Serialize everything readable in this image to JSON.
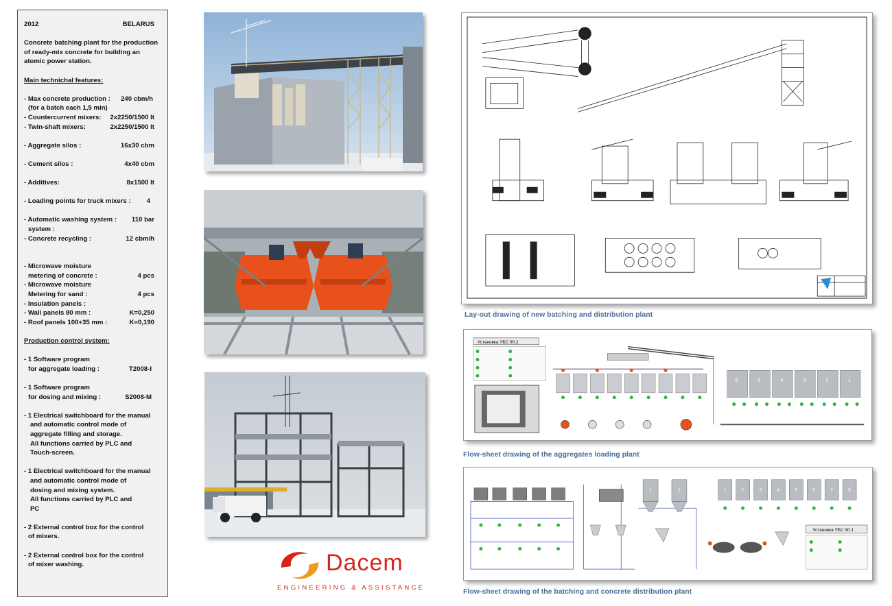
{
  "spec": {
    "year": "2012",
    "country": "BELARUS",
    "intro": "Concrete batching plant for the production of ready-mix concrete for building an atomic power station.",
    "features_heading": "Main  technichal features:",
    "max_production_label": "- Max concrete production :",
    "max_production_value": "240  cbm/h",
    "batch_note": "(for a batch each 1,5 min)",
    "countercurrent_label": "- Countercurrent mixers:",
    "countercurrent_value": "2x2250/1500 lt",
    "twinshaft_label": "- Twin-shaft mixers:",
    "twinshaft_value": "2x2250/1500 lt",
    "aggregate_label": "- Aggregate silos :",
    "aggregate_value": "16x30 cbm",
    "cement_label": "- Cement silos :",
    "cement_value": "4x40 cbm",
    "additives_label": "- Additives:",
    "additives_value": "8x1500 lt",
    "loading_label": "- Loading points for truck mixers :",
    "loading_value": "4",
    "washing_label": "- Automatic washing system :",
    "washing_value": "110 bar",
    "washing_cont": "system :",
    "recycling_label": "- Concrete recycling :",
    "recycling_value": "12 cbm/h",
    "mw_concrete_1": "- Microwave moisture",
    "mw_concrete_2": "metering of concrete :",
    "mw_concrete_value": "4 pcs",
    "mw_sand_1": "- Microwave moisture",
    "mw_sand_2": "Metering for sand :",
    "mw_sand_value": "4 pcs",
    "insulation": "- Insulation  panels :",
    "wall_label": "- Wall panels 80 mm :",
    "wall_value": "K=0,250",
    "roof_label": "- Roof panels 100+35 mm :",
    "roof_value": "K=0,190",
    "control_heading": "Production control system:",
    "sw1_1": "- 1 Software program",
    "sw1_2": "for aggregate loading :",
    "sw1_value": "T2008-I",
    "sw2_1": "- 1 Software program",
    "sw2_2": "for dosing and mixing :",
    "sw2_value": "S2008-M",
    "sb1_1": "- 1 Electrical switchboard for the manual",
    "sb1_2": "and automatic control mode of",
    "sb1_3": "aggregate filling and storage.",
    "sb1_4": "All functions carried by PLC and",
    "sb1_5": "Touch-screen.",
    "sb2_1": "- 1 Electrical switchboard for the manual",
    "sb2_2": "and automatic control mode of",
    "sb2_3": "dosing and mixing system.",
    "sb2_4": "All functions carried by PLC and",
    "sb2_5": "PC",
    "ext1_1": "- 2 External control  box for the control",
    "ext1_2": "of mixers.",
    "ext2_1": "- 2 External control box for the control",
    "ext2_2": "of mixer washing."
  },
  "captions": {
    "layout": "Lay-out drawing of new batching  and distribution plant",
    "aggregates": "Flow-sheet drawing of the aggregates loading  plant",
    "batching": "Flow-sheet drawing of the batching and concrete distribution  plant"
  },
  "drawings": {
    "agg_title": "Установка УБС 90.2",
    "batch_title": "Установка УБС 90.1",
    "silo_numbers": [
      "6",
      "5",
      "4",
      "3",
      "2",
      "1"
    ],
    "cement_numbers": [
      "1",
      "2"
    ],
    "additive_numbers": [
      "1",
      "2",
      "3",
      "4",
      "5",
      "6",
      "7",
      "8"
    ]
  },
  "logo": {
    "name": "Dacem",
    "tagline": "ENGINEERING & ASSISTANCE"
  },
  "colors": {
    "brand_red": "#d6241c",
    "caption_blue": "#4a6e9c",
    "mixer_orange": "#e8501c",
    "status_green": "#2db43c"
  }
}
